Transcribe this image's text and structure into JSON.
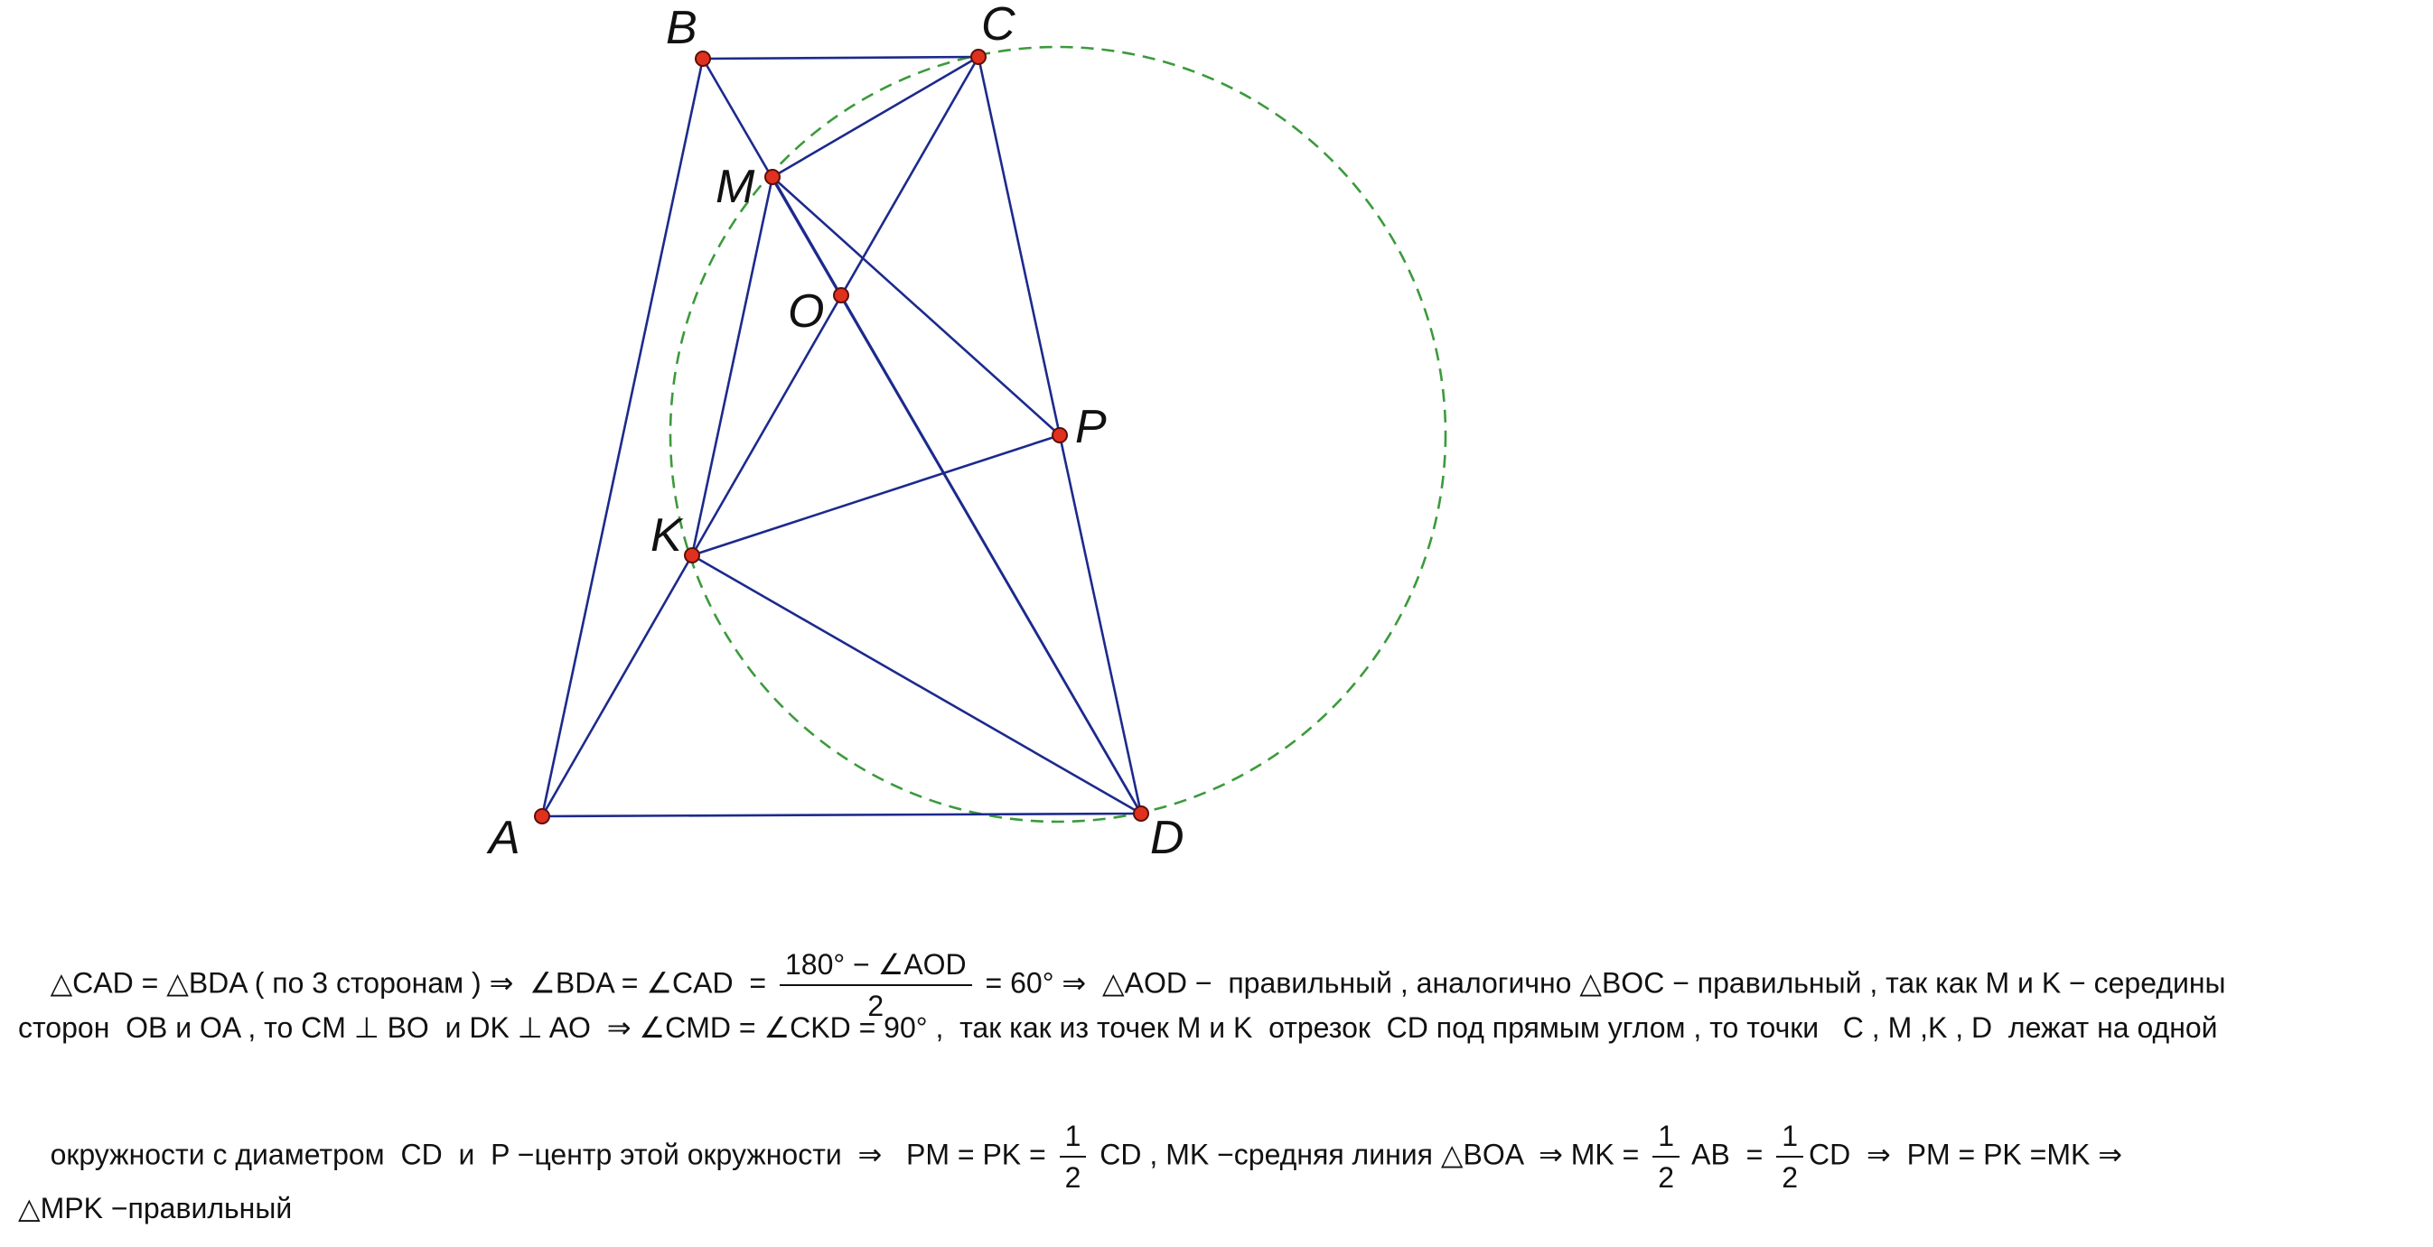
{
  "figure": {
    "points": {
      "A": "A",
      "B": "B",
      "C": "C",
      "D": "D",
      "M": "M",
      "O": "O",
      "P": "P",
      "K": "K"
    },
    "colors": {
      "segments": "#1c2a8c",
      "circle": "#3c9a3c",
      "points": "#e0311e"
    }
  },
  "solution": {
    "line1": {
      "a": "△CAD = △BDA ( по 3 сторонам ) ⇒  ∠BDA = ∠CAD  = ",
      "frac_num": "180° − ∠AOD",
      "frac_den": "2",
      "b": " = 60° ⇒  △AOD −  правильный , аналогично △BOC − правильный , так как M и K − середины"
    },
    "line2": "сторон  OB и OA , то CM ⊥ BO  и DK ⊥ AO  ⇒ ∠CMD = ∠CKD = 90° ,  так как из точек M и K  отрезок  CD под прямым углом , то точки   C , M ,K , D  лежат на одной",
    "line3": {
      "a": "окружности с диаметром  CD  и  P −центр этой окружности  ⇒   PM = PK = ",
      "frac1_num": "1",
      "frac1_den": "2",
      "b": " CD , MK −средняя линия △BOA  ⇒ MK = ",
      "frac2_num": "1",
      "frac2_den": "2",
      "c": " AB  = ",
      "frac3_num": "1",
      "frac3_den": "2",
      "d": "CD  ⇒  PM = PK =MK ⇒"
    },
    "line4": "△MPK −правильный"
  }
}
